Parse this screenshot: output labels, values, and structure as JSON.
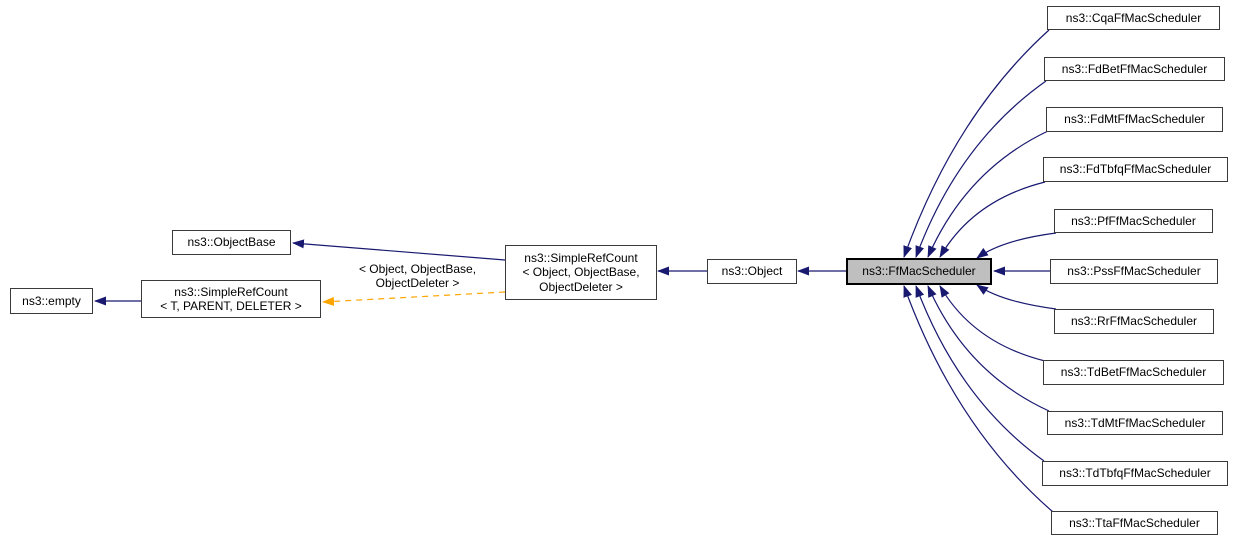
{
  "diagram": {
    "type": "doxygen-class-inheritance-graph",
    "focus": "ns3::FfMacScheduler",
    "colors": {
      "background": "#ffffff",
      "edge": "#191970",
      "template_edge": "#ffa500",
      "node_border": "#3a3a3a",
      "node_fill": "#ffffff",
      "focus_fill": "#bfbfbf",
      "text": "#000000"
    },
    "nodes": [
      {
        "id": "empty",
        "label": "ns3::empty"
      },
      {
        "id": "simplerefcount-template",
        "label": "ns3::SimpleRefCount\n< T, PARENT, DELETER >"
      },
      {
        "id": "objectbase",
        "label": "ns3::ObjectBase"
      },
      {
        "id": "simplerefcount-object",
        "label": "ns3::SimpleRefCount\n< Object, ObjectBase,\nObjectDeleter >"
      },
      {
        "id": "object",
        "label": "ns3::Object"
      },
      {
        "id": "ffmacscheduler",
        "label": "ns3::FfMacScheduler",
        "focus": true
      },
      {
        "id": "cqa",
        "label": "ns3::CqaFfMacScheduler"
      },
      {
        "id": "fdbet",
        "label": "ns3::FdBetFfMacScheduler"
      },
      {
        "id": "fdmt",
        "label": "ns3::FdMtFfMacScheduler"
      },
      {
        "id": "fdtbfq",
        "label": "ns3::FdTbfqFfMacScheduler"
      },
      {
        "id": "pf",
        "label": "ns3::PfFfMacScheduler"
      },
      {
        "id": "pss",
        "label": "ns3::PssFfMacScheduler"
      },
      {
        "id": "rr",
        "label": "ns3::RrFfMacScheduler"
      },
      {
        "id": "tdbet",
        "label": "ns3::TdBetFfMacScheduler"
      },
      {
        "id": "tdmt",
        "label": "ns3::TdMtFfMacScheduler"
      },
      {
        "id": "tdtbfq",
        "label": "ns3::TdTbfqFfMacScheduler"
      },
      {
        "id": "tta",
        "label": "ns3::TtaFfMacScheduler"
      }
    ],
    "template_edge_label": "< Object, ObjectBase,\nObjectDeleter >",
    "edges": [
      {
        "from": "ns3::SimpleRefCount< T, PARENT, DELETER >",
        "to": "ns3::empty",
        "style": "solid"
      },
      {
        "from": "ns3::SimpleRefCount< Object, ObjectBase, ObjectDeleter >",
        "to": "ns3::ObjectBase",
        "style": "solid"
      },
      {
        "from": "ns3::SimpleRefCount< Object, ObjectBase, ObjectDeleter >",
        "to": "ns3::SimpleRefCount< T, PARENT, DELETER >",
        "style": "dashed",
        "label": "< Object, ObjectBase,\nObjectDeleter >"
      },
      {
        "from": "ns3::Object",
        "to": "ns3::SimpleRefCount< Object, ObjectBase, ObjectDeleter >",
        "style": "solid"
      },
      {
        "from": "ns3::FfMacScheduler",
        "to": "ns3::Object",
        "style": "solid"
      },
      {
        "from": "ns3::CqaFfMacScheduler",
        "to": "ns3::FfMacScheduler",
        "style": "solid"
      },
      {
        "from": "ns3::FdBetFfMacScheduler",
        "to": "ns3::FfMacScheduler",
        "style": "solid"
      },
      {
        "from": "ns3::FdMtFfMacScheduler",
        "to": "ns3::FfMacScheduler",
        "style": "solid"
      },
      {
        "from": "ns3::FdTbfqFfMacScheduler",
        "to": "ns3::FfMacScheduler",
        "style": "solid"
      },
      {
        "from": "ns3::PfFfMacScheduler",
        "to": "ns3::FfMacScheduler",
        "style": "solid"
      },
      {
        "from": "ns3::PssFfMacScheduler",
        "to": "ns3::FfMacScheduler",
        "style": "solid"
      },
      {
        "from": "ns3::RrFfMacScheduler",
        "to": "ns3::FfMacScheduler",
        "style": "solid"
      },
      {
        "from": "ns3::TdBetFfMacScheduler",
        "to": "ns3::FfMacScheduler",
        "style": "solid"
      },
      {
        "from": "ns3::TdMtFfMacScheduler",
        "to": "ns3::FfMacScheduler",
        "style": "solid"
      },
      {
        "from": "ns3::TdTbfqFfMacScheduler",
        "to": "ns3::FfMacScheduler",
        "style": "solid"
      },
      {
        "from": "ns3::TtaFfMacScheduler",
        "to": "ns3::FfMacScheduler",
        "style": "solid"
      }
    ]
  }
}
